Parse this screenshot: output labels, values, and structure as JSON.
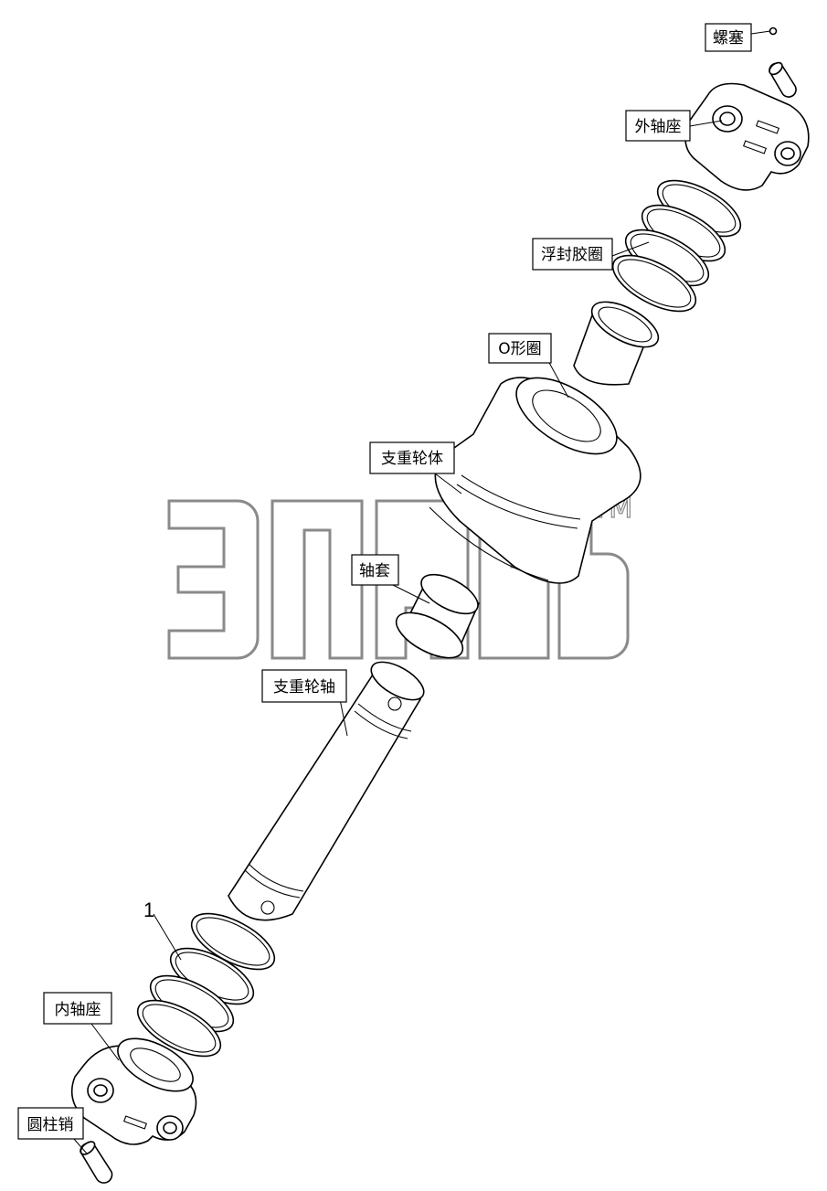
{
  "labels": {
    "plug": "螺塞",
    "outer_seat": "外轴座",
    "float_seal_rubber": "浮封胶圈",
    "o_ring": "O形圈",
    "roller_body": "支重轮体",
    "bushing": "轴套",
    "roller_shaft": "支重轮轴",
    "inner_seat": "内轴座",
    "cylinder_pin": "圆柱销"
  },
  "callout_number": "1",
  "watermark": {
    "trademark": "TM"
  },
  "colors": {
    "line": "#000000",
    "watermark": "#8a8a8a",
    "background": "#ffffff"
  }
}
